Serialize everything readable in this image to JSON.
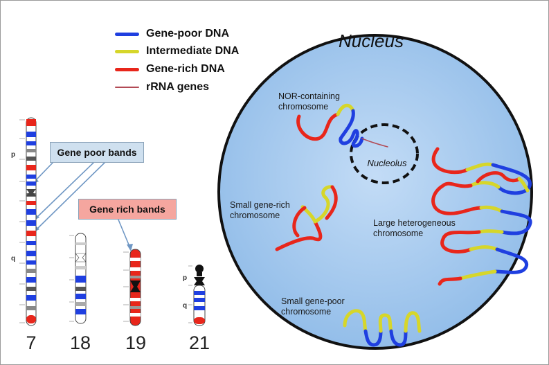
{
  "legend": {
    "items": [
      {
        "label": "Gene-poor DNA",
        "color": "#1f3fe0"
      },
      {
        "label": "Intermediate DNA",
        "color": "#d6d62a"
      },
      {
        "label": "Gene-rich DNA",
        "color": "#e8261b"
      },
      {
        "label": "rRNA genes",
        "color": "#b24a55"
      }
    ]
  },
  "callouts": {
    "gene_poor": "Gene poor bands",
    "gene_rich": "Gene rich bands"
  },
  "chromosomes": {
    "labels": [
      "7",
      "18",
      "19",
      "21"
    ],
    "arm_labels": {
      "p": "p",
      "q": "q"
    }
  },
  "nucleus": {
    "title": "Nucleus",
    "nucleolus": "Nucleolus",
    "labels": {
      "nor": "NOR-containing\nchromosome",
      "small_rich": "Small gene-rich\nchromosome",
      "large_het": "Large heterogeneous\nchromosome",
      "small_poor": "Small gene-poor\nchromosome"
    },
    "fill_color": "#a9cdf2"
  }
}
